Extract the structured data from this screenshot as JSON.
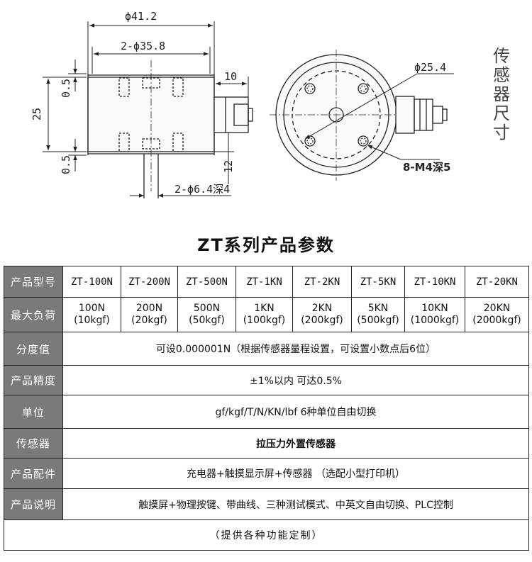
{
  "drawing": {
    "dim_outer_dia": "ϕ41.2",
    "dim_hole_spacing": "2-ϕ35.8",
    "dim_height": "25",
    "dim_top_gap": "0.5",
    "dim_bottom_gap": "0.5",
    "dim_connector_width": "10",
    "dim_connector_height": "12",
    "dim_bottom_holes": "2-ϕ6.4深4",
    "dim_center_dia": "ϕ25.4",
    "dim_thread": "8-M4深5"
  },
  "side_title": [
    "传",
    "感",
    "器",
    "尺",
    "寸"
  ],
  "params_title": "ZT系列产品参数",
  "table": {
    "model_header": "产品型号",
    "models": [
      "ZT-100N",
      "ZT-200N",
      "ZT-500N",
      "ZT-1KN",
      "ZT-2KN",
      "ZT-5KN",
      "ZT-10KN",
      "ZT-20KN"
    ],
    "load_header": "最大负荷",
    "loads": [
      {
        "n": "100N",
        "kgf": "(10kgf)"
      },
      {
        "n": "200N",
        "kgf": "(20kgf)"
      },
      {
        "n": "500N",
        "kgf": "(50kgf)"
      },
      {
        "n": "1KN",
        "kgf": "(100kgf)"
      },
      {
        "n": "2KN",
        "kgf": "(200kgf)"
      },
      {
        "n": "5KN",
        "kgf": "(500kgf)"
      },
      {
        "n": "10KN",
        "kgf": "(1000kgf)"
      },
      {
        "n": "20KN",
        "kgf": "(2000kgf)"
      }
    ],
    "rows": [
      {
        "label": "分度值",
        "value": "可设0.000001N（根据传感器量程设置，可设置小数点后6位）"
      },
      {
        "label": "产品精度",
        "value": "±1%以内   可达0.5%"
      },
      {
        "label": "单位",
        "value": "gf/kgf/T/N/KN/lbf 6种单位自由切换"
      },
      {
        "label": "传感器",
        "value": "拉压力外置传感器"
      },
      {
        "label": "产品配件",
        "value": "充电器+触摸显示屏+传感器 （选配小型打印机）"
      },
      {
        "label": "产品说明",
        "value": "触摸屏+物理按键、带曲线、三种测试模式、中英文自由切换、PLC控制"
      }
    ],
    "footer": "（提供各种功能定制）"
  },
  "colors": {
    "header_bg": "#7a7a7a",
    "accent_red": "#e0201c"
  }
}
